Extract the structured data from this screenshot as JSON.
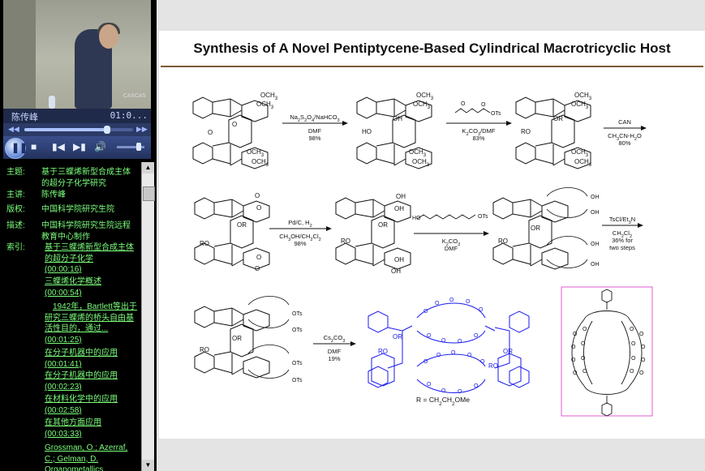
{
  "player": {
    "speaker_name": "陈传峰",
    "timecode": "01:0...",
    "video_logo": "CASCAS",
    "progress": 0.76,
    "volume": 0.8,
    "seek_back_label": "◀◀",
    "seek_forward_label": "▶▶"
  },
  "meta_rows": [
    {
      "key": "主题:",
      "value": "基于三蝶烯新型合成主体的超分子化学研究"
    },
    {
      "key": "主讲:",
      "value": "陈传峰"
    },
    {
      "key": "版权:",
      "value": "中国科学院研究生院"
    },
    {
      "key": "描述:",
      "value": "中国科学院研究生院远程教育中心制作"
    }
  ],
  "index_label": "索引:",
  "index_links": [
    "基于三蝶烯新型合成主体的超分子化学",
    "(00:00:16)",
    "三蝶烯化学概述",
    "(00:00:54)",
    "1942年，Bartlett等出于研究三蝶烯的桥头自由基活性目的，通过...(00:01:25)",
    "在分子机器中的应用",
    "(00:01:41)",
    "在分子机器中的应用",
    "(00:02:23)",
    "在材料化学中的应用",
    "(00:02:58)",
    "在其他方面应用",
    "(00:03:33)",
    "Grossman, O.; Azerraf, C.; Gelman, D. Organometallics"
  ],
  "slide": {
    "title": "Synthesis of A Novel Pentiptycene-Based Cylindrical Macrotricyclic Host",
    "ome": "OCH3",
    "oh": "OH",
    "or": "OR",
    "ro": "RO",
    "ho": "HO",
    "o": "O",
    "ots": "OTs",
    "arrows": [
      {
        "above": "Na2S2O4/NaHCO3",
        "below": [
          "DMF",
          "98%"
        ]
      },
      {
        "above": "",
        "below": [
          "K2CO3/DMF",
          "83%"
        ]
      },
      {
        "above": "CAN",
        "below": [
          "CH3CN-H2O",
          "80%"
        ]
      },
      {
        "above": "Pd/C, H2",
        "below": [
          "CH3OH/CH2Cl2",
          "98%"
        ]
      },
      {
        "above": "",
        "below": [
          "K2CO3",
          "DMF"
        ]
      },
      {
        "above": "TsCl/Et3N",
        "below": [
          "CH2Cl2",
          "36% for",
          "two steps"
        ]
      },
      {
        "above": "Cs2CO3",
        "below": [
          "DMF",
          "19%"
        ]
      }
    ],
    "r_def": "R = CH2CH2OMe",
    "colors": {
      "title_rule": "#7a5a3a",
      "product": "#1a1aee",
      "box": "#e05bd0"
    }
  }
}
